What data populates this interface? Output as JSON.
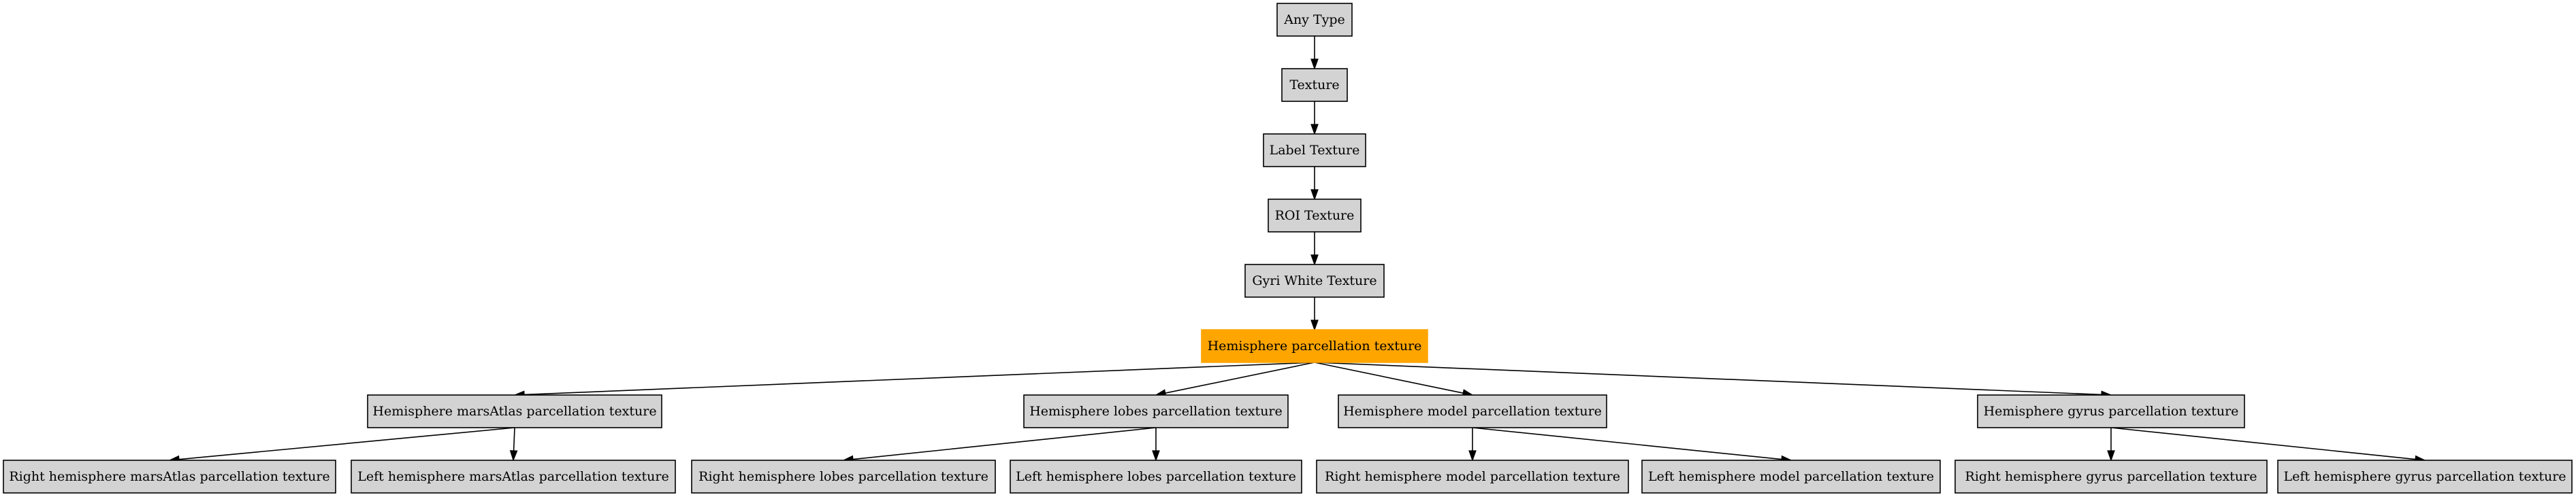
{
  "diagram": {
    "colors": {
      "node_fill": "#d3d3d3",
      "highlight_fill": "#ffa500",
      "border": "#000000",
      "background": "#ffffff"
    },
    "nodes": {
      "any_type": "Any Type",
      "texture": "Texture",
      "label_texture": "Label Texture",
      "roi_texture": "ROI Texture",
      "gyri_white_texture": "Gyri White Texture",
      "hemisphere_parcellation_texture": "Hemisphere parcellation texture",
      "hemisphere_marsatlas": "Hemisphere marsAtlas parcellation texture",
      "hemisphere_lobes": "Hemisphere lobes parcellation texture",
      "hemisphere_model": "Hemisphere model parcellation texture",
      "hemisphere_gyrus": "Hemisphere gyrus parcellation texture",
      "right_marsatlas": "Right hemisphere marsAtlas parcellation texture",
      "left_marsatlas": "Left hemisphere marsAtlas parcellation texture",
      "right_lobes": "Right hemisphere lobes parcellation texture",
      "left_lobes": "Left hemisphere lobes parcellation texture",
      "right_model": "Right hemisphere model parcellation texture",
      "left_model": "Left hemisphere model parcellation texture",
      "right_gyrus": "Right hemisphere gyrus parcellation texture",
      "left_gyrus": "Left hemisphere gyrus parcellation texture"
    },
    "highlighted_node": "hemisphere_parcellation_texture",
    "edges": [
      [
        "any_type",
        "texture"
      ],
      [
        "texture",
        "label_texture"
      ],
      [
        "label_texture",
        "roi_texture"
      ],
      [
        "roi_texture",
        "gyri_white_texture"
      ],
      [
        "gyri_white_texture",
        "hemisphere_parcellation_texture"
      ],
      [
        "hemisphere_parcellation_texture",
        "hemisphere_marsatlas"
      ],
      [
        "hemisphere_parcellation_texture",
        "hemisphere_lobes"
      ],
      [
        "hemisphere_parcellation_texture",
        "hemisphere_model"
      ],
      [
        "hemisphere_parcellation_texture",
        "hemisphere_gyrus"
      ],
      [
        "hemisphere_marsatlas",
        "right_marsatlas"
      ],
      [
        "hemisphere_marsatlas",
        "left_marsatlas"
      ],
      [
        "hemisphere_lobes",
        "right_lobes"
      ],
      [
        "hemisphere_lobes",
        "left_lobes"
      ],
      [
        "hemisphere_model",
        "right_model"
      ],
      [
        "hemisphere_model",
        "left_model"
      ],
      [
        "hemisphere_gyrus",
        "right_gyrus"
      ],
      [
        "hemisphere_gyrus",
        "left_gyrus"
      ]
    ]
  }
}
